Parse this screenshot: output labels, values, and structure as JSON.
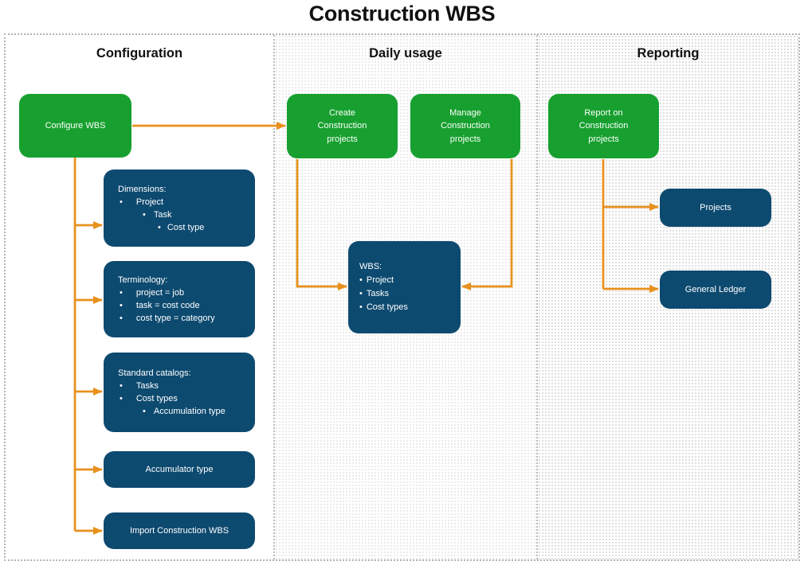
{
  "title": "Construction WBS",
  "colors": {
    "green": "#17A02F",
    "blue": "#0D4A70",
    "orange": "#E8911D"
  },
  "columns": {
    "configuration": {
      "header": "Configuration"
    },
    "daily_usage": {
      "header": "Daily usage"
    },
    "reporting": {
      "header": "Reporting"
    }
  },
  "boxes": {
    "configure_wbs": {
      "label": "Configure WBS"
    },
    "dimensions": {
      "title": "Dimensions:",
      "items": [
        "Project",
        "Task",
        "Cost type"
      ]
    },
    "terminology": {
      "title": "Terminology:",
      "items": [
        "project = job",
        "task = cost code",
        "cost type = category"
      ]
    },
    "standard_catalogs": {
      "title": "Standard catalogs:",
      "items": [
        "Tasks",
        "Cost types",
        "Accumulation type"
      ]
    },
    "accumulator_type": {
      "label": "Accumulator type"
    },
    "import_wbs": {
      "label": "Import Construction WBS"
    },
    "create_projects": {
      "label": "Create Construction projects"
    },
    "manage_projects": {
      "label": "Manage Construction projects"
    },
    "wbs": {
      "title": "WBS:",
      "items": [
        "Project",
        "Tasks",
        "Cost types"
      ]
    },
    "report_projects": {
      "label": "Report on Construction projects"
    },
    "projects": {
      "label": "Projects"
    },
    "general_ledger": {
      "label": "General Ledger"
    }
  }
}
